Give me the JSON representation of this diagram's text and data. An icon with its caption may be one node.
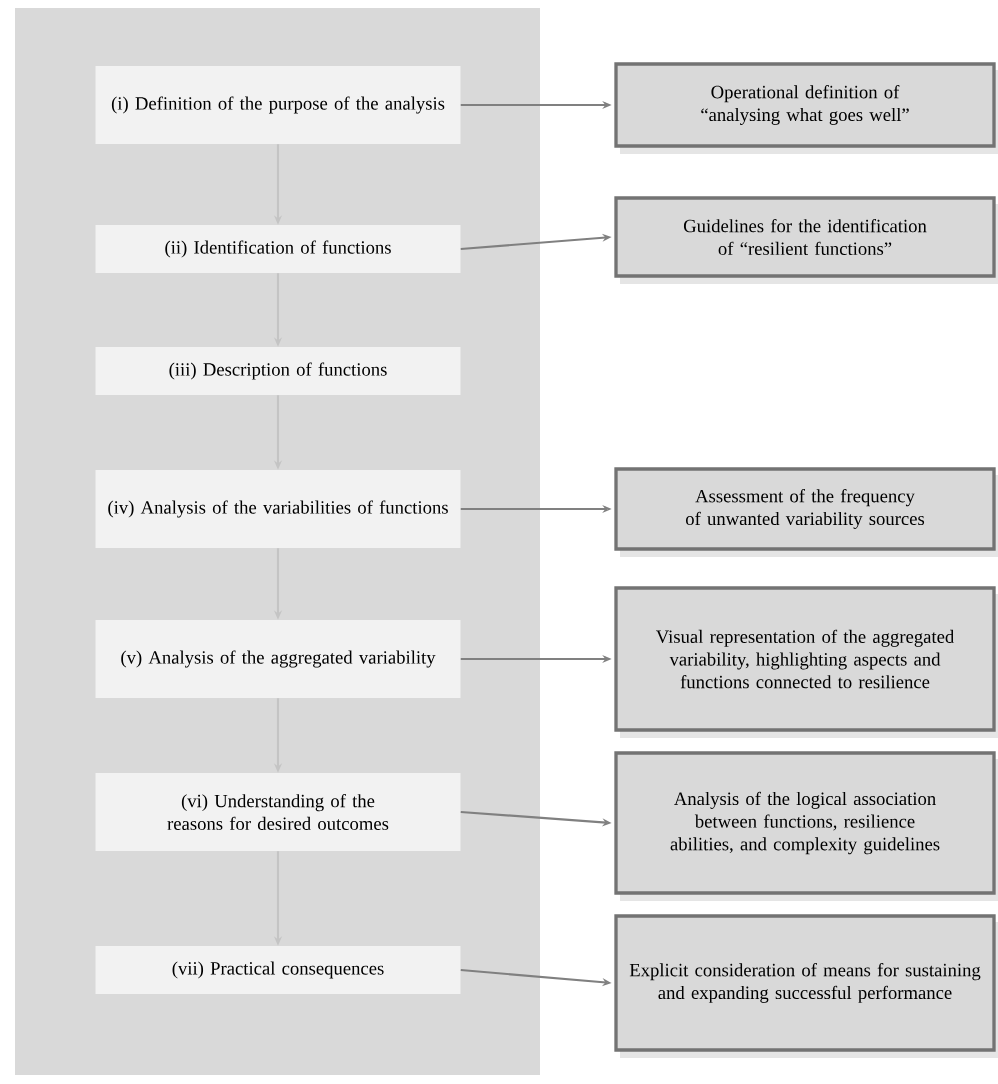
{
  "diagram": {
    "nodes": [
      {
        "text": [
          "(i) Definition of the purpose of the analysis"
        ]
      },
      {
        "text": [
          "(ii) Identification of functions"
        ]
      },
      {
        "text": [
          "(iii) Description of functions"
        ]
      },
      {
        "text": [
          "(iv) Analysis of the variabilities of functions"
        ]
      },
      {
        "text": [
          "(v) Analysis of the aggregated variability"
        ]
      },
      {
        "text": [
          "(vi) Understanding of the reasons for desired outcomes"
        ]
      },
      {
        "text": [
          "(vii) Practical consequences"
        ]
      },
      {
        "text": [
          "Operational definition of “analysing what goes well”"
        ]
      },
      {
        "text": [
          "Guidelines for the identification of “resilient functions”"
        ]
      },
      {
        "text": [
          "Assessment of the frequency of unwanted variability sources"
        ]
      },
      {
        "text": [
          "Visual representation of the aggregated variability, highlighting aspects and functions connected to resilience"
        ]
      },
      {
        "text": [
          "Analysis of the logical association between functions, resilience abilities, and complexity guidelines"
        ]
      },
      {
        "text": [
          "Explicit consideration of means for sustaining and expanding successful performance"
        ]
      }
    ],
    "edges": [
      {
        "from": 0,
        "to": 1,
        "arrow": "to",
        "color": "#c4c4c4"
      },
      {
        "from": 1,
        "to": 2,
        "arrow": "to",
        "color": "#c4c4c4"
      },
      {
        "from": 2,
        "to": 3,
        "arrow": "to",
        "color": "#c4c4c4"
      },
      {
        "from": 3,
        "to": 4,
        "arrow": "to",
        "color": "#c4c4c4"
      },
      {
        "from": 4,
        "to": 5,
        "arrow": "to",
        "color": "#c4c4c4"
      },
      {
        "from": 5,
        "to": 6,
        "arrow": "to",
        "color": "#c4c4c4"
      },
      {
        "from": 0,
        "to": 7,
        "arrow": "to"
      },
      {
        "from": 1,
        "to": 8,
        "arrow": "to"
      },
      {
        "from": 3,
        "to": 9,
        "arrow": "to"
      },
      {
        "from": 4,
        "to": 10,
        "arrow": "to"
      },
      {
        "from": 5,
        "to": 11,
        "arrow": "to"
      },
      {
        "from": 6,
        "to": 12,
        "arrow": "to"
      }
    ]
  }
}
